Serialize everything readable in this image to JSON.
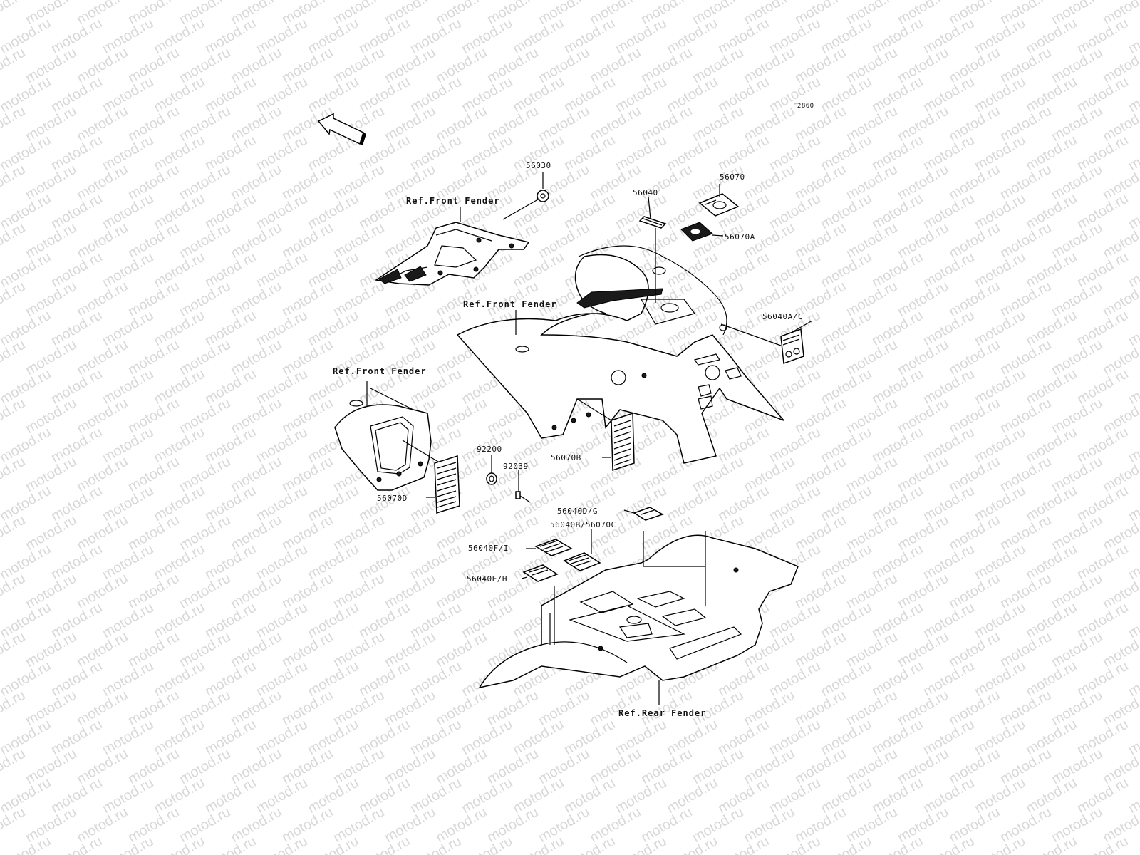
{
  "diagram": {
    "figure_code": "F2860",
    "watermark_text": "motod.ru",
    "direction_arrow": "FRONT",
    "labels": {
      "p56030": "56030",
      "ref_front_fender_1": "Ref.Front Fender",
      "p56040": "56040",
      "p56070": "56070",
      "p56070A": "56070A",
      "ref_front_fender_2": "Ref.Front Fender",
      "p56040AC": "56040A/C",
      "ref_front_fender_3": "Ref.Front Fender",
      "p92200": "92200",
      "p92039": "92039",
      "p56070B": "56070B",
      "p56070D": "56070D",
      "p56040DG": "56040D/G",
      "p56040B56070C": "56040B/56070C",
      "p56040FI": "56040F/I",
      "p56040EH": "56040E/H",
      "ref_rear_fender": "Ref.Rear Fender"
    }
  }
}
